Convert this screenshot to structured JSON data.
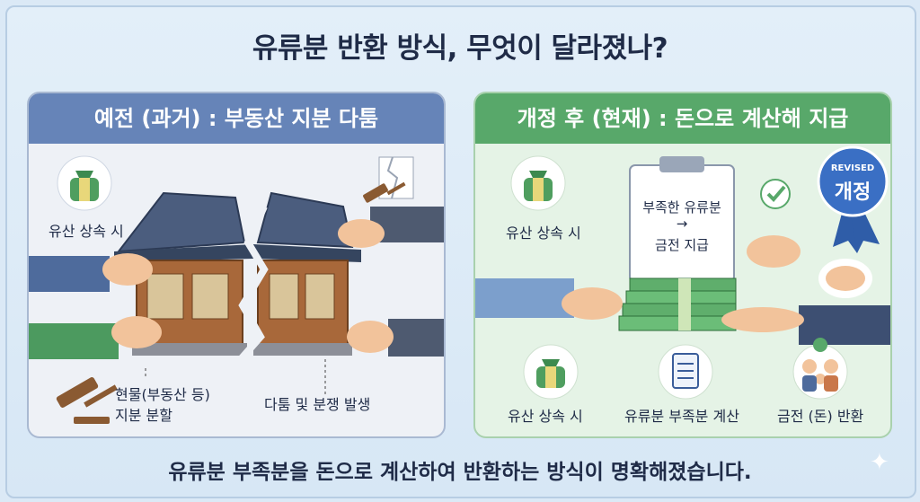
{
  "title": "유류분 반환 방식, 무엇이 달라졌나?",
  "footer": "유류분 부족분을 돈으로 계산하여 반환하는 방식이 명확해졌습니다.",
  "left_panel": {
    "header": "예전 (과거) : 부동산 지분 다툼",
    "inheritance_label": "유산 상속 시",
    "share_label_line1": "현물(부동산 등)",
    "share_label_line2": "지분 분할",
    "dispute_label": "다툼 및 분쟁 발생"
  },
  "right_panel": {
    "header": "개정 후 (현재) : 돈으로 계산해 지급",
    "inheritance_label": "유산 상속 시",
    "clipboard_line1": "부족한 유류분",
    "clipboard_arrow": "→",
    "clipboard_line2": "금전 지급",
    "badge_small": "REVISED",
    "badge_big": "개정",
    "step1_label": "유산 상속 시",
    "step2_label": "유류분 부족분 계산",
    "step3_label": "금전 (돈) 반환"
  },
  "colors": {
    "left_accent": "#6684b8",
    "right_accent": "#58a86a",
    "badge": "#3a6fc4"
  }
}
